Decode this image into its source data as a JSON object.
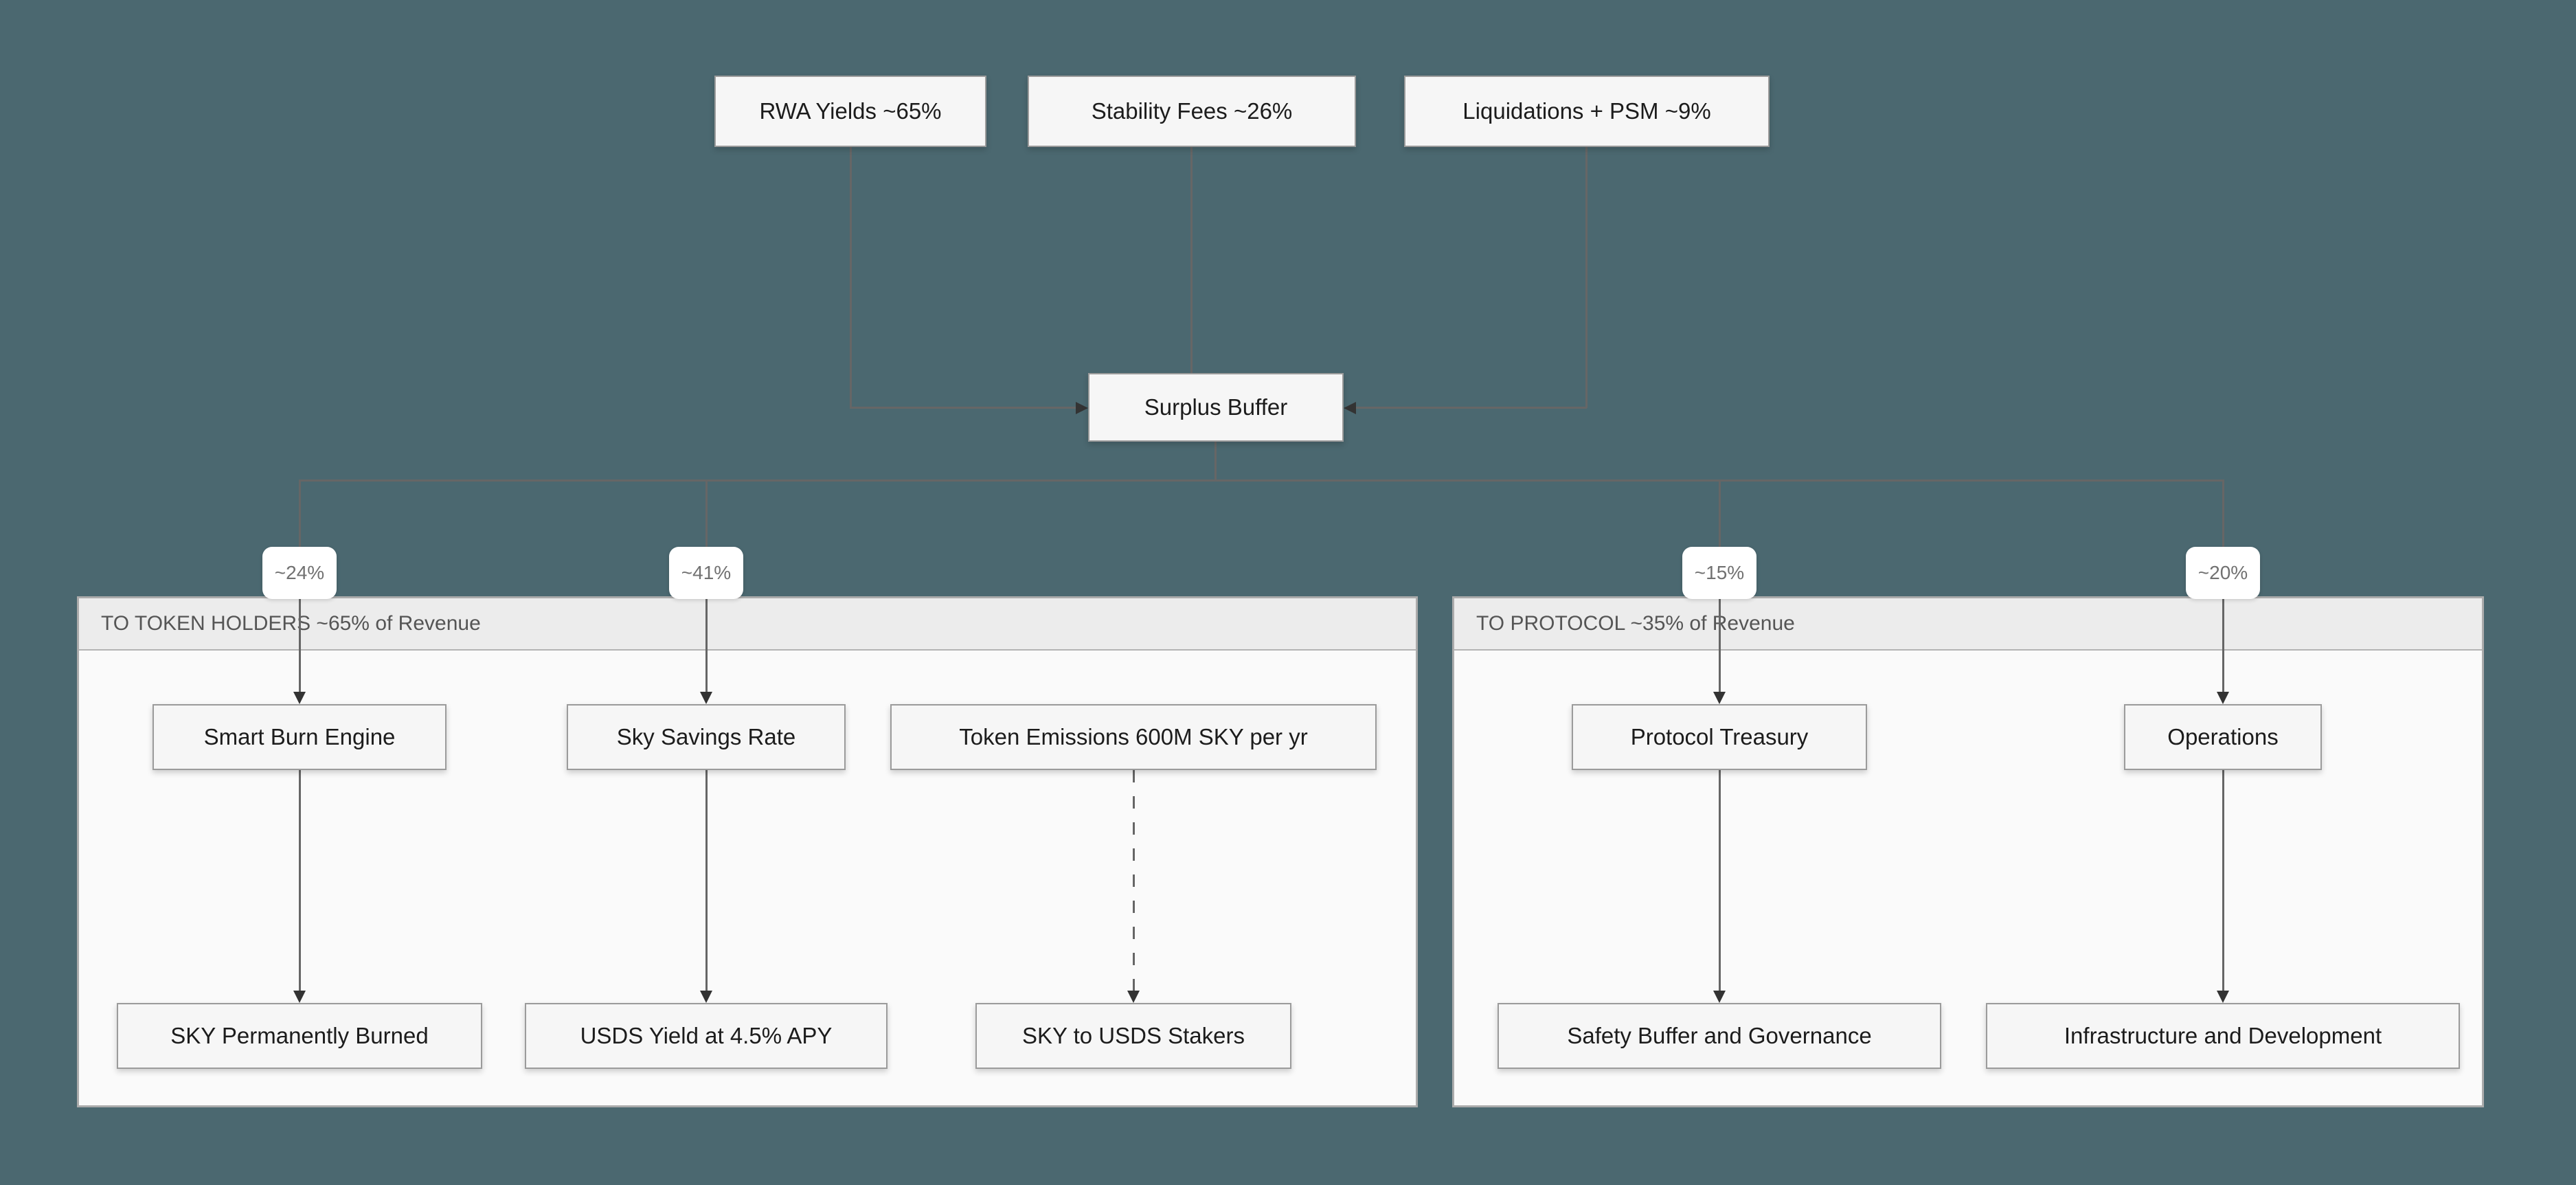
{
  "colors": {
    "background": "#4b6870",
    "node_fill": "#f6f6f6",
    "node_border": "#9b9b9b",
    "node_text": "#1c1c1c",
    "group_fill": "#fafafa",
    "group_header_fill": "#ececec",
    "group_border": "#ababab",
    "group_header_text": "#555555",
    "connector": "#666666",
    "arrowhead": "#333333",
    "badge_fill": "#ffffff",
    "badge_text": "#717171"
  },
  "diagram": {
    "sources": [
      {
        "label": "RWA Yields ~65%"
      },
      {
        "label": "Stability Fees ~26%"
      },
      {
        "label": "Liquidations + PSM ~9%"
      }
    ],
    "hub": {
      "label": "Surplus Buffer"
    },
    "branches": [
      {
        "badge": "~24%"
      },
      {
        "badge": "~41%"
      },
      {
        "badge": "~15%"
      },
      {
        "badge": "~20%"
      }
    ],
    "groups": [
      {
        "header": "TO TOKEN HOLDERS ~65% of Revenue",
        "top_nodes": [
          {
            "label": "Smart Burn Engine"
          },
          {
            "label": "Sky Savings Rate"
          },
          {
            "label": "Token Emissions 600M SKY per yr"
          }
        ],
        "bottom_nodes": [
          {
            "label": "SKY Permanently Burned"
          },
          {
            "label": "USDS Yield at 4.5% APY"
          },
          {
            "label": "SKY to USDS Stakers"
          }
        ]
      },
      {
        "header": "TO PROTOCOL ~35% of Revenue",
        "top_nodes": [
          {
            "label": "Protocol Treasury"
          },
          {
            "label": "Operations"
          }
        ],
        "bottom_nodes": [
          {
            "label": "Safety Buffer and Governance"
          },
          {
            "label": "Infrastructure and Development"
          }
        ]
      }
    ]
  }
}
